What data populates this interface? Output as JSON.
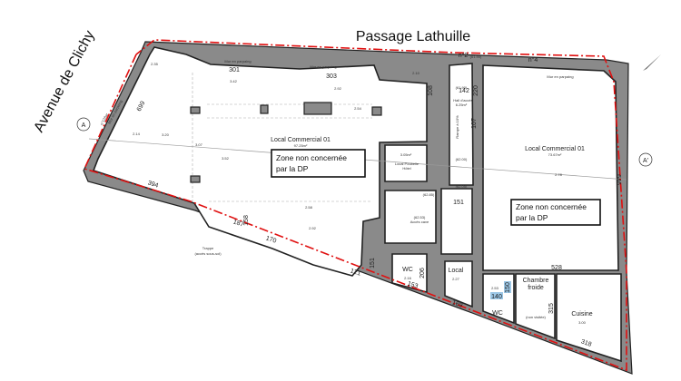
{
  "streets": {
    "top": "Passage Lathuille",
    "left": "Avenue de Clichy"
  },
  "section_markers": {
    "a": "A",
    "a_prime": "A'"
  },
  "addresses": {
    "n2": "n°2",
    "n2_level": "(61.90)",
    "n4": "n°4",
    "n128": "n°128ar"
  },
  "wall_notes": {
    "mur_parpaing": "Mur en parpaing"
  },
  "rooms": {
    "local_commercial_left": {
      "label": "Local Commercial 01",
      "area": "97.25m²"
    },
    "local_commercial_right": {
      "label": "Local Commercial 01",
      "area": "73.67m²"
    },
    "hall": {
      "label": "Hall d'accès",
      "area": "6.25m²"
    },
    "rampe": "Rampe à 10%",
    "poubelle": {
      "label1": "Local Poubelle",
      "label2": "Hôtel",
      "area": "3.05m²"
    },
    "acces_cave": "Accès cave",
    "trappe": {
      "label1": "Trappe",
      "label2": "(accès sous-sol)"
    },
    "wc1": {
      "label": "WC",
      "height": "2.16"
    },
    "local": {
      "label": "Local",
      "height": "2.27"
    },
    "wc2": {
      "label": "WC"
    },
    "chambre_froide": {
      "label1": "Chambre",
      "label2": "froide",
      "label3": "(non visitée)"
    },
    "cuisine": {
      "label": "Cuisine",
      "height": "3.00"
    }
  },
  "zone_notes": [
    {
      "line1": "Zone non concernée",
      "line2": "par la DP"
    },
    {
      "line1": "Zone non concernée",
      "line2": "par la DP"
    }
  ],
  "heights": [
    "2.35",
    "3.42",
    "2.92",
    "2.54",
    "2.14",
    "3.20",
    "3.07",
    "3.52",
    "2.58",
    "2.92",
    "2.10",
    "2.78",
    "2.53"
  ],
  "dimensions": [
    "301",
    "303",
    "108",
    "142",
    "220",
    "107",
    "699",
    "394",
    "151",
    "158",
    "187",
    "170",
    "121",
    "151",
    "206",
    "153",
    "169",
    "528",
    "315",
    "318",
    "646",
    "150",
    "140"
  ],
  "levels": [
    "(61.90)",
    "(62.00)",
    "(62.05)",
    "(62.85)",
    "(62.53)"
  ],
  "colors": {
    "property_line": "#e01010",
    "wall": "#8a8a8a",
    "highlight": "#9cc7e6"
  }
}
